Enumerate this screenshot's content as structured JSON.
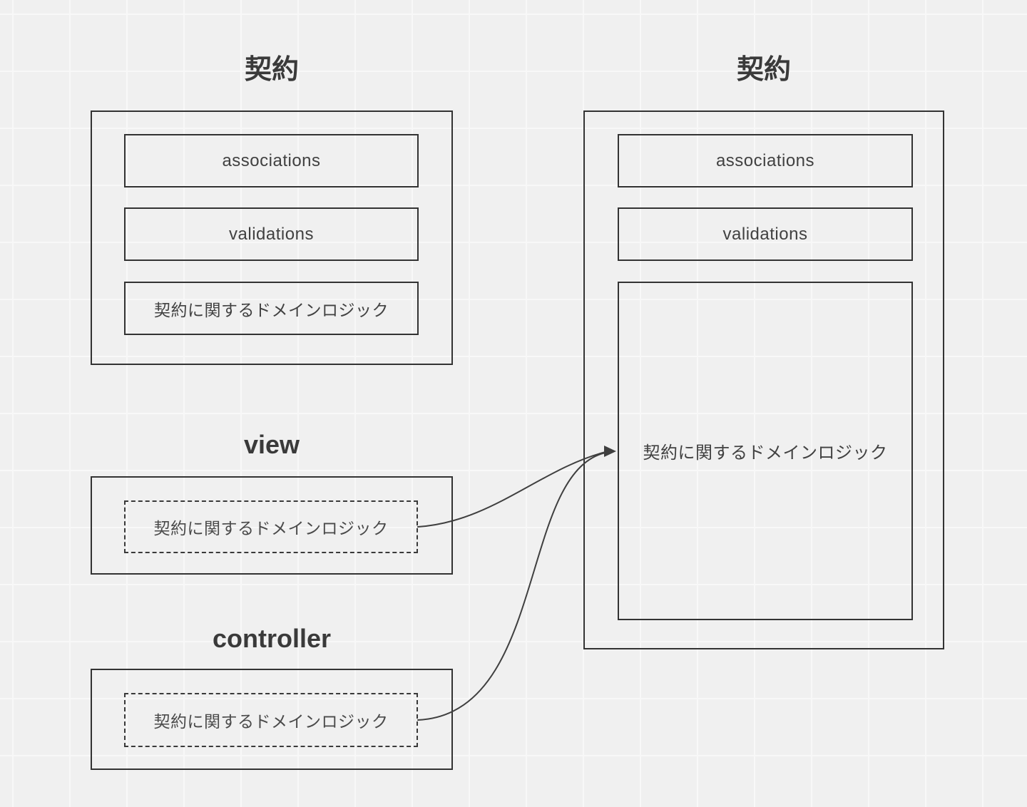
{
  "colors": {
    "canvas_bg": "#f0f0f0",
    "grid_line": "#f8f8f8",
    "box_border": "#333333",
    "text": "#3d3d3d",
    "arrow": "#3f3f3f"
  },
  "left_model": {
    "title": "契約",
    "boxes": [
      "associations",
      "validations",
      "契約に関するドメインロジック"
    ]
  },
  "view": {
    "title": "view",
    "box": "契約に関するドメインロジック"
  },
  "controller": {
    "title": "controller",
    "box": "契約に関するドメインロジック"
  },
  "right_model": {
    "title": "契約",
    "boxes": [
      "associations",
      "validations",
      "契約に関するドメインロジック"
    ]
  },
  "arrows": [
    {
      "from": "view domain logic box",
      "to": "right model domain logic box"
    },
    {
      "from": "controller domain logic box",
      "to": "right model domain logic box"
    }
  ]
}
